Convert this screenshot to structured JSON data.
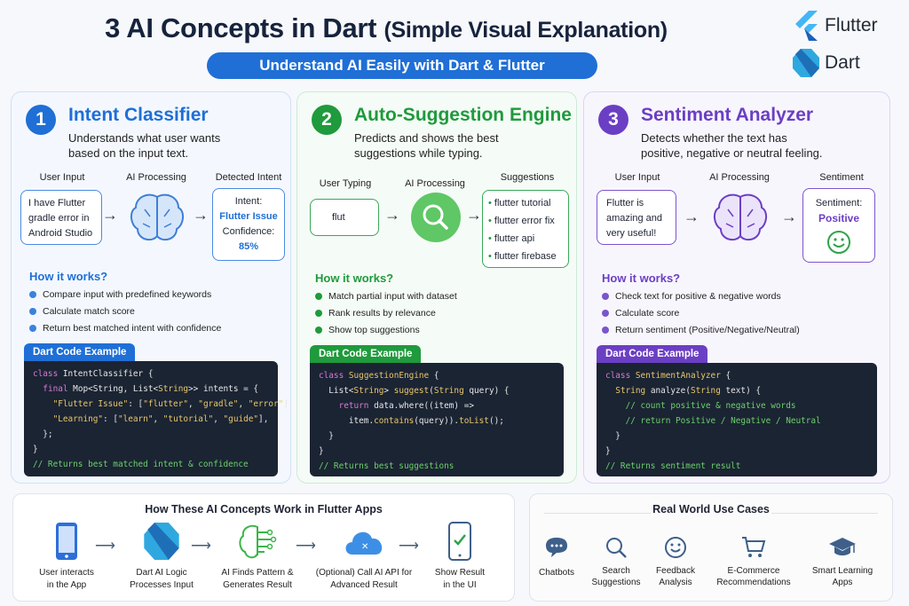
{
  "header": {
    "title_main": "3 AI Concepts in Dart",
    "title_sub": "(Simple Visual Explanation)",
    "subtitle_pill": "Understand AI Easily with Dart & Flutter",
    "brands": [
      {
        "name": "Flutter",
        "icon": "flutter-logo-icon"
      },
      {
        "name": "Dart",
        "icon": "dart-logo-icon"
      }
    ]
  },
  "colors": {
    "blue": "#1f6fd6",
    "green": "#1f9a3d",
    "purple": "#6b3fc4",
    "code_bg": "#1b2433"
  },
  "cards": [
    {
      "number": "1",
      "title": "Intent Classifier",
      "description": "Understands what user wants based on the input text.",
      "col_labels": [
        "User Input",
        "AI Processing",
        "Detected Intent"
      ],
      "input_text": "I have Flutter gradle error in Android Studio",
      "processing_icon": "brain-icon",
      "result": {
        "label1": "Intent:",
        "value1": "Flutter Issue",
        "label2": "Confidence:",
        "value2": "85%"
      },
      "how_title": "How it works?",
      "how_items": [
        "Compare input with predefined keywords",
        "Calculate match score",
        "Return best matched intent with confidence"
      ],
      "code_tag": "Dart Code Example"
    },
    {
      "number": "2",
      "title": "Auto-Suggestion Engine",
      "description": "Predicts and shows the best suggestions while typing.",
      "col_labels": [
        "User Typing",
        "AI Processing",
        "Suggestions"
      ],
      "input_text": "flut",
      "processing_icon": "search-icon",
      "suggestions": [
        "flutter tutorial",
        "flutter error fix",
        "flutter api",
        "flutter firebase"
      ],
      "how_title": "How it works?",
      "how_items": [
        "Match partial input with dataset",
        "Rank results by relevance",
        "Show top suggestions"
      ],
      "code_tag": "Dart Code Example"
    },
    {
      "number": "3",
      "title": "Sentiment Analyzer",
      "description": "Detects whether the text has positive, negative or neutral feeling.",
      "col_labels": [
        "User Input",
        "AI Processing",
        "Sentiment"
      ],
      "input_text": "Flutter is amazing and very useful!",
      "processing_icon": "brain-icon",
      "result": {
        "label1": "Sentiment:",
        "value1": "Positive",
        "icon": "smiley-icon"
      },
      "how_title": "How it works?",
      "how_items": [
        "Check text for positive & negative words",
        "Calculate score",
        "Return sentiment (Positive/Negative/Neutral)"
      ],
      "code_tag": "Dart Code Example"
    }
  ],
  "flow": {
    "title": "How These AI Concepts Work in Flutter Apps",
    "steps": [
      {
        "label": "User interacts in the App",
        "icon": "phone-icon"
      },
      {
        "label": "Dart AI Logic Processes Input",
        "icon": "dart-logo-icon"
      },
      {
        "label": "AI Finds Pattern & Generates Result",
        "icon": "ai-brain-circuit-icon"
      },
      {
        "label": "(Optional) Call AI API for Advanced Result",
        "icon": "cloud-icon"
      },
      {
        "label": "Show Result in the UI",
        "icon": "phone-check-icon"
      }
    ]
  },
  "use_cases": {
    "title": "Real World Use Cases",
    "items": [
      {
        "label": "Chatbots",
        "icon": "chat-bubble-icon"
      },
      {
        "label": "Search Suggestions",
        "icon": "search-icon"
      },
      {
        "label": "Feedback Analysis",
        "icon": "smiley-icon"
      },
      {
        "label": "E-Commerce Recommendations",
        "icon": "cart-icon"
      },
      {
        "label": "Smart Learning Apps",
        "icon": "graduation-cap-icon"
      }
    ]
  }
}
